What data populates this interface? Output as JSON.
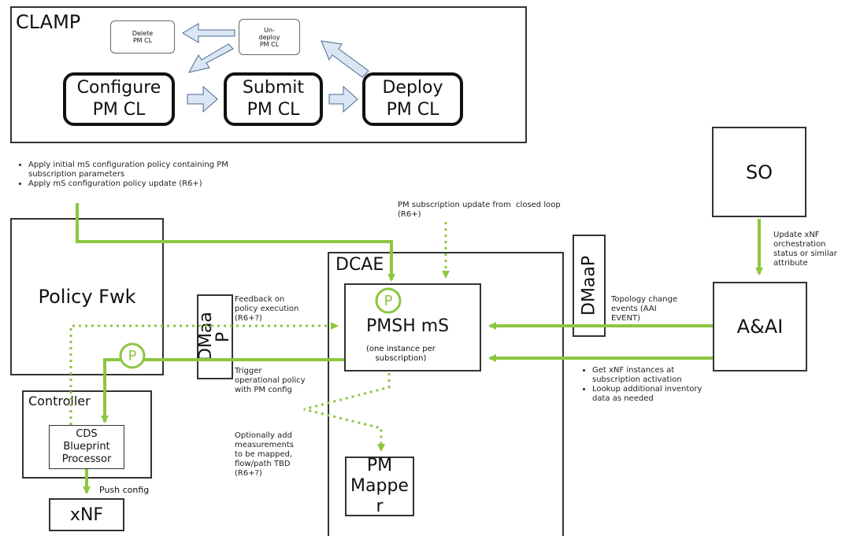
{
  "clamp": {
    "title": "CLAMP",
    "delete_pm_cl": "Delete\nPM CL",
    "un_deploy_pm_cl": "Un-\ndeploy\nPM CL",
    "configure_pm_cl": "Configure\nPM CL",
    "submit_pm_cl": "Submit\nPM CL",
    "deploy_pm_cl": "Deploy\nPM CL"
  },
  "policy_notes": [
    "Apply initial mS configuration policy containing PM subscription parameters",
    "Apply mS configuration policy update (R6+)"
  ],
  "policy_fwk": {
    "label": "Policy Fwk"
  },
  "dmaap_left": {
    "label": "DMaa\nP"
  },
  "dmaap_right": {
    "label": "DMaaP"
  },
  "feedback_note": "Feedback on\npolicy execution\n(R6+?)",
  "trigger_note": "Trigger\noperational policy\nwith PM config",
  "optional_note": "Optionally add\nmeasurements\nto be mapped,\nflow/path TBD\n(R6+?)",
  "pm_sub_update_note": "PM subscription update from  closed loop\n(R6+)",
  "dcae": {
    "label": "DCAE"
  },
  "pmsh": {
    "title": "PMSH mS",
    "subtitle": "(one instance per\nsubscription)"
  },
  "pm_mapper": {
    "label": "PM\nMappe\nr"
  },
  "controller": {
    "label": "Controller"
  },
  "cds": {
    "label": "CDS\nBlueprint\nProcessor"
  },
  "push_config": "Push config",
  "xnf": {
    "label": "xNF"
  },
  "so": {
    "label": "SO"
  },
  "so_note": "Update xNF\norchestration\nstatus or similar\nattribute",
  "aai": {
    "label": "A&AI"
  },
  "topology_note": "Topology change\nevents (AAI\nEVENT)",
  "aai_notes": [
    "Get xNF instances at subscription activation",
    "Lookup additional inventory data as needed"
  ],
  "policy_marker": "P",
  "colors": {
    "green": "#8dc63f",
    "border": "#333333",
    "arrow_fill": "#dbe6f4",
    "arrow_stroke": "#4a6a8f"
  }
}
